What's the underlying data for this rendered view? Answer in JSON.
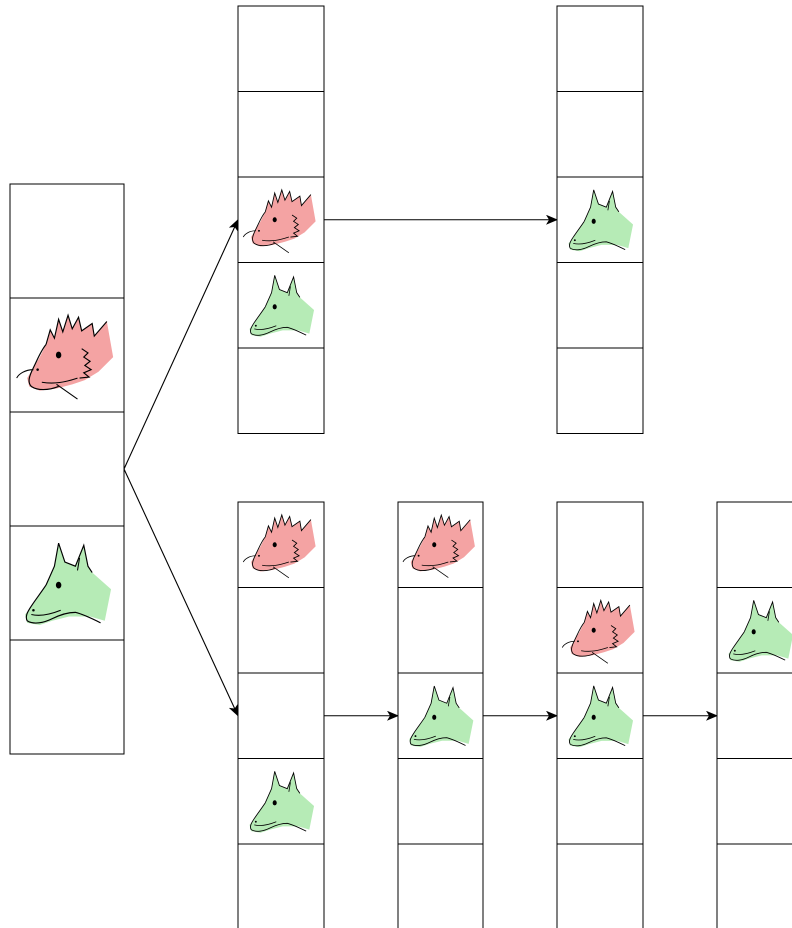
{
  "title": "",
  "colors": {
    "red_creature": "#f4a3a3",
    "green_creature": "#b6ebb6",
    "stroke": "#000000",
    "background": "#ffffff"
  },
  "icons": {
    "red": "red-creature-icon",
    "green": "green-creature-icon"
  },
  "columns": [
    {
      "id": "start",
      "cells": [
        "empty",
        "red",
        "empty",
        "green",
        "empty"
      ]
    },
    {
      "id": "top-1",
      "cells": [
        "empty",
        "empty",
        "red",
        "green",
        "empty"
      ]
    },
    {
      "id": "top-2",
      "cells": [
        "empty",
        "empty",
        "green",
        "empty",
        "empty"
      ]
    },
    {
      "id": "bottom-1",
      "cells": [
        "red",
        "empty",
        "empty",
        "green",
        "empty"
      ]
    },
    {
      "id": "bottom-2",
      "cells": [
        "red",
        "empty",
        "green",
        "empty",
        "empty"
      ]
    },
    {
      "id": "bottom-3",
      "cells": [
        "empty",
        "red",
        "green",
        "empty",
        "empty"
      ]
    },
    {
      "id": "bottom-4",
      "cells": [
        "empty",
        "green",
        "empty",
        "empty",
        "empty"
      ]
    }
  ],
  "transitions": [
    {
      "from": "start",
      "to": "top-1"
    },
    {
      "from": "start",
      "to": "bottom-1"
    },
    {
      "from": "top-1",
      "to": "top-2"
    },
    {
      "from": "bottom-1",
      "to": "bottom-2"
    },
    {
      "from": "bottom-2",
      "to": "bottom-3"
    },
    {
      "from": "bottom-3",
      "to": "bottom-4"
    }
  ]
}
